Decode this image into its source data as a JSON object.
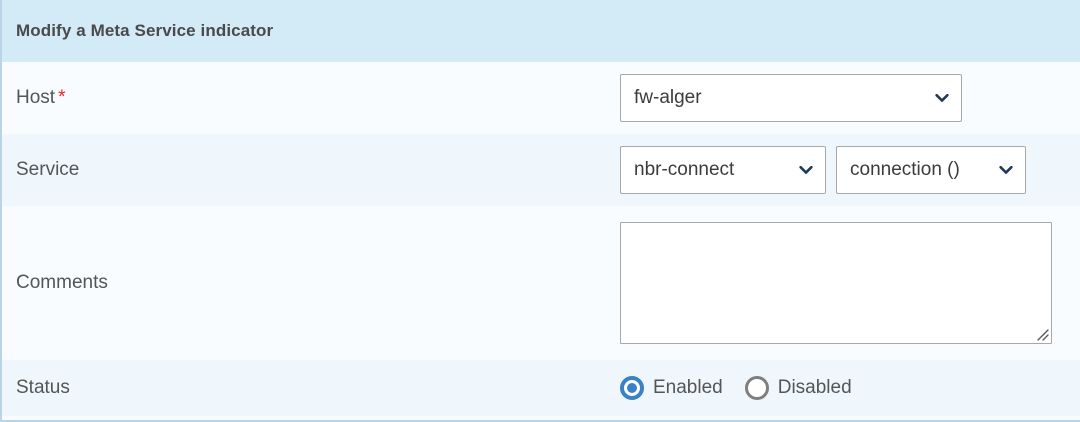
{
  "header": {
    "title": "Modify a Meta Service indicator"
  },
  "form": {
    "host": {
      "label": "Host",
      "required_marker": "*",
      "select_value": "fw-alger",
      "chevron_icon": "chevron-down-icon"
    },
    "service": {
      "label": "Service",
      "service_value": "nbr-connect",
      "metric_value": "connection ()",
      "chevron_icon": "chevron-down-icon"
    },
    "comments": {
      "label": "Comments",
      "value": "",
      "placeholder": "",
      "resize_icon": "resize-grip-icon"
    },
    "status": {
      "label": "Status",
      "options": [
        {
          "label": "Enabled",
          "selected": true
        },
        {
          "label": "Disabled",
          "selected": false
        }
      ]
    }
  },
  "colors": {
    "header_bg": "#d3eaf7",
    "row_light": "#f8fcfe",
    "row_blue": "#eff7fd",
    "accent_blue": "#3b82c4",
    "chevron_navy": "#23395b",
    "required_red": "#e8232a",
    "label_gray": "#555555",
    "panel_border": "#b9d4e6"
  }
}
